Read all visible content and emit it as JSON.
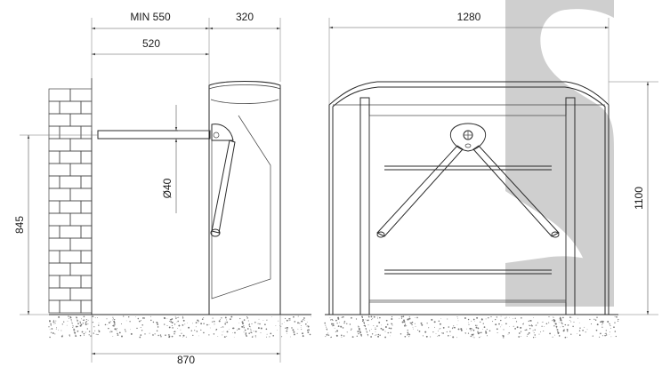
{
  "dimensions": {
    "min_width": "MIN 550",
    "cabinet_width": "320",
    "arm_length": "520",
    "arm_diameter": "Ø40",
    "arm_height": "845",
    "total_depth": "870",
    "total_width": "1280",
    "total_height": "1100"
  },
  "colors": {
    "logo_gray": "#cfcfcf",
    "line": "#2a2a2a"
  },
  "logo": {
    "icon": "s-letter-logo"
  }
}
